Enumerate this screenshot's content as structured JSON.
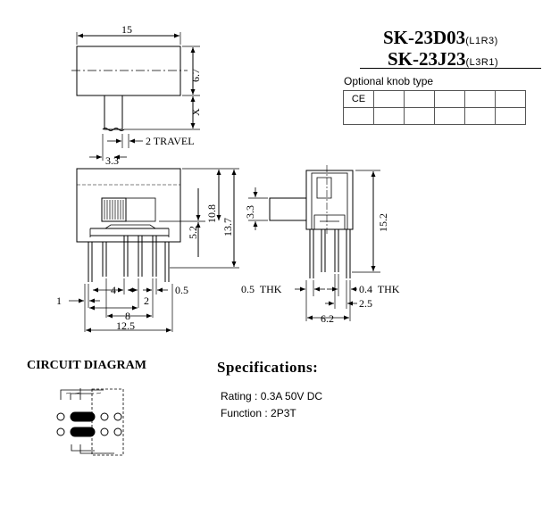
{
  "models": [
    {
      "name": "SK-23D03",
      "variant": "(L1R3)"
    },
    {
      "name": "SK-23J23",
      "variant": "(L3R1)"
    }
  ],
  "knob": {
    "label": "Optional knob type",
    "cells": [
      "CE",
      "",
      "",
      "",
      "",
      "",
      "",
      "",
      "",
      "",
      "",
      ""
    ]
  },
  "top_view": {
    "width": "15",
    "height": "6.7",
    "x_label": "X",
    "travel": "2 TRAVEL",
    "offset": "3.3"
  },
  "front_view": {
    "dim_10_8": "10.8",
    "dim_13_7": "13.7",
    "dim_5_2": "5.2",
    "dim_1": "1",
    "dim_4": "4",
    "dim_2": "2",
    "dim_0_5": "0.5",
    "dim_8": "8",
    "dim_12_5": "12.5"
  },
  "side_view": {
    "dim_3_3": "3.3",
    "dim_15_2": "15.2",
    "thk_0_5": "0.5  THK",
    "thk_0_4": "0.4  THK",
    "dim_2_5": "2.5",
    "dim_6_2": "6.2"
  },
  "circuit": {
    "title": "CIRCUIT DIAGRAM"
  },
  "specs": {
    "title": "Specifications:",
    "rating": "Rating : 0.3A 50V DC",
    "function": "Function : 2P3T"
  }
}
